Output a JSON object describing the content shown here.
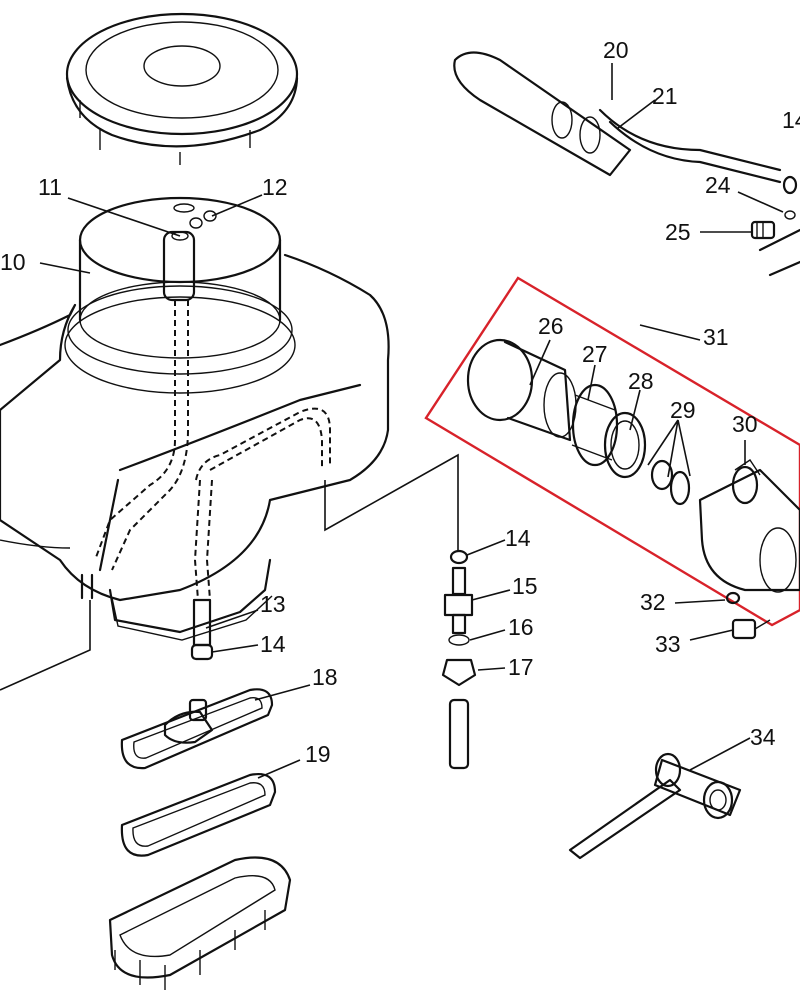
{
  "callouts": {
    "c10": "10",
    "c11": "11",
    "c12": "12",
    "c13": "13",
    "c14a": "14",
    "c14b": "14",
    "c14c": "14",
    "c15": "15",
    "c16": "16",
    "c17": "17",
    "c18": "18",
    "c19": "19",
    "c20": "20",
    "c21": "21",
    "c24": "24",
    "c25": "25",
    "c26": "26",
    "c27": "27",
    "c28": "28",
    "c29": "29",
    "c30": "30",
    "c31": "31",
    "c32": "32",
    "c33": "33",
    "c34": "34"
  },
  "colors": {
    "highlight_frame": "#d8222a",
    "line": "#111111",
    "background": "#ffffff"
  },
  "icons": [
    "tank-cap",
    "fuel-tank",
    "fuel-strainer",
    "fuel-pump-assembly",
    "fuel-hose",
    "spark-plug-wrench",
    "drain-cock",
    "gasket"
  ]
}
